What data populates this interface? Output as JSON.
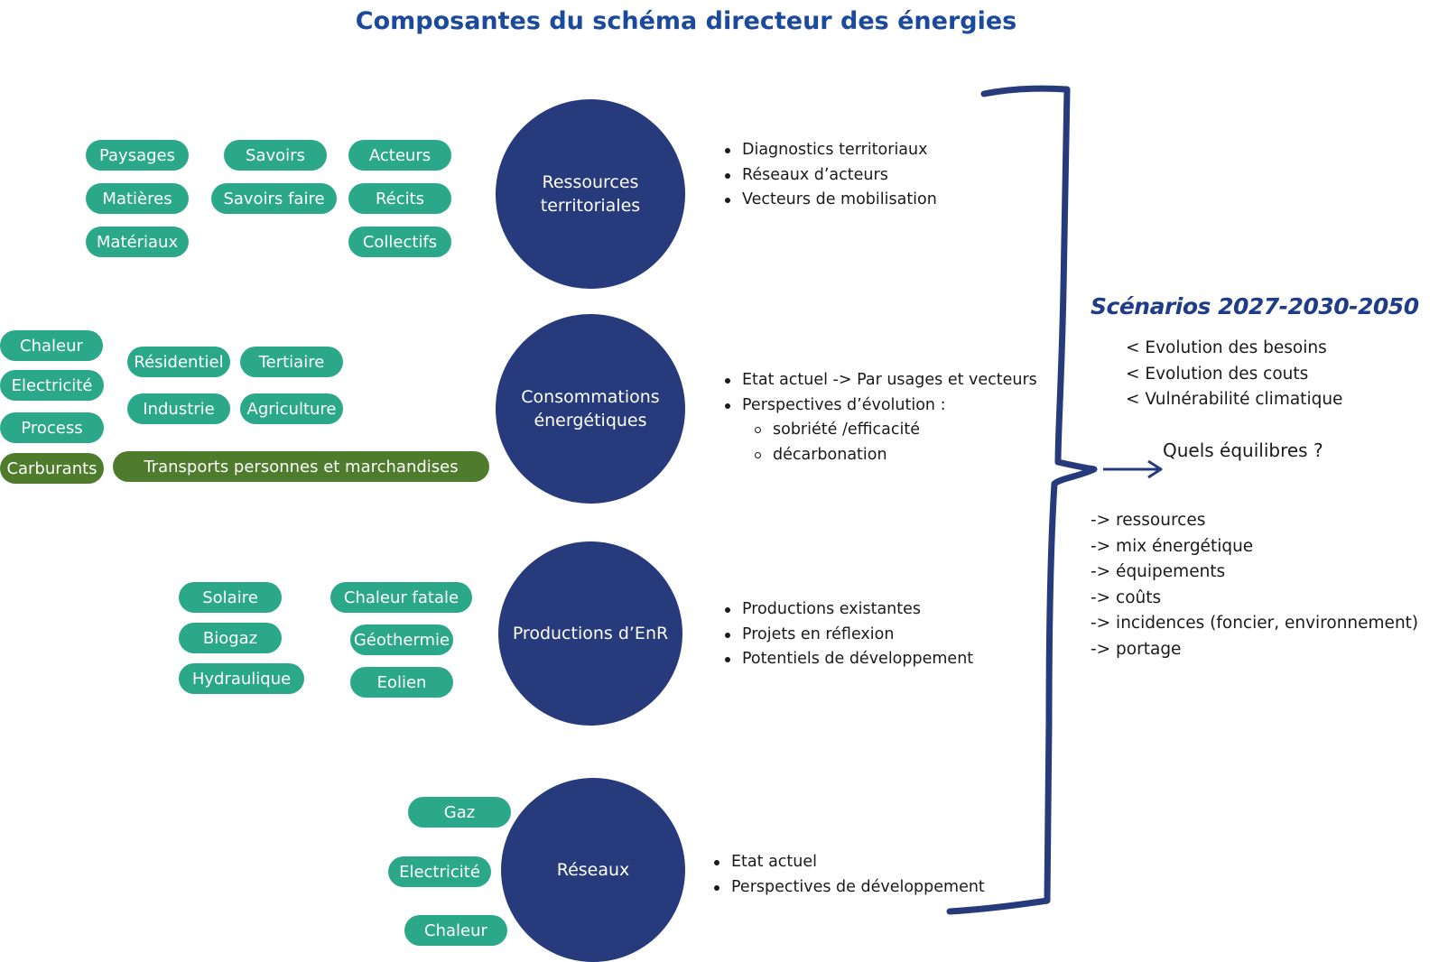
{
  "title": "Composantes du schéma directeur des énergies",
  "colors": {
    "title": "#1b4a9c",
    "circle": "#273a7c",
    "pill": "#2ba88a",
    "pill_dark": "#4e7c2c",
    "brace": "#273a7c"
  },
  "groups": {
    "ressources": {
      "circle_lines": [
        "Ressources",
        "territoriales"
      ],
      "pills": [
        "Paysages",
        "Savoirs",
        "Acteurs",
        "Matières",
        "Savoirs faire",
        "Récits",
        "Matériaux",
        "Collectifs"
      ],
      "bullets": [
        "Diagnostics territoriaux",
        "Réseaux d’acteurs",
        "Vecteurs de mobilisation"
      ]
    },
    "consommations": {
      "circle_lines": [
        "Consommations",
        "énergétiques"
      ],
      "pills": [
        "Chaleur",
        "Electricité",
        "Process",
        "Carburants",
        "Résidentiel",
        "Tertiaire",
        "Industrie",
        "Agriculture",
        "Transports personnes et  marchandises"
      ],
      "bullets": [
        "Etat actuel -> Par usages et vecteurs",
        "Perspectives d’évolution :"
      ],
      "sub_bullets": [
        "sobriété /efficacité",
        "décarbonation"
      ]
    },
    "productions": {
      "circle_lines": [
        "Productions d’EnR"
      ],
      "pills": [
        "Solaire",
        "Chaleur fatale",
        "Biogaz",
        "Géothermie",
        "Hydraulique",
        "Eolien"
      ],
      "bullets": [
        "Productions existantes",
        "Projets en réflexion",
        "Potentiels de développement"
      ]
    },
    "reseaux": {
      "circle_lines": [
        "Réseaux"
      ],
      "pills": [
        "Gaz",
        "Electricité",
        "Chaleur"
      ],
      "bullets": [
        "Etat actuel",
        "Perspectives de développement"
      ]
    }
  },
  "scenarios": {
    "title": "Scénarios 2027-2030-2050",
    "items": [
      "< Evolution des besoins",
      "< Evolution des couts",
      "< Vulnérabilité climatique"
    ],
    "question": "Quels équilibres ?",
    "outcomes": [
      "-> ressources",
      "-> mix énergétique",
      "-> équipements",
      "-> coûts",
      "-> incidences (foncier, environnement)",
      "-> portage"
    ]
  }
}
